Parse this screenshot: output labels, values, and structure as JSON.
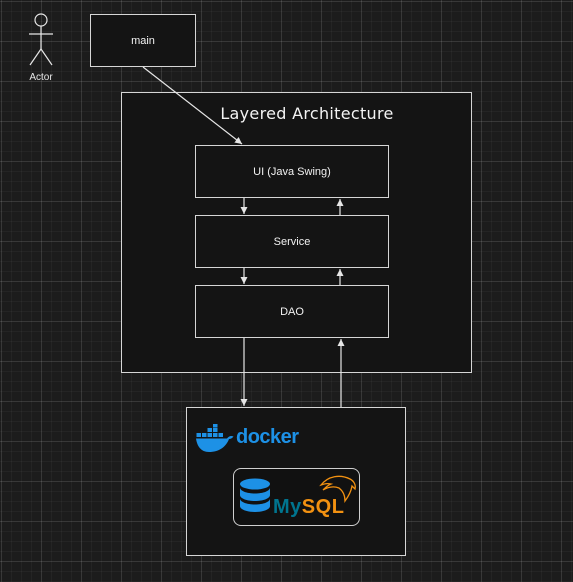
{
  "actor": {
    "label": "Actor"
  },
  "main_box": {
    "label": "main"
  },
  "group": {
    "title": "Layered Architecture"
  },
  "layers": {
    "ui": "UI (Java Swing)",
    "service": "Service",
    "dao": "DAO"
  },
  "docker": {
    "wordmark": "docker",
    "color": "#1d91e6"
  },
  "mysql": {
    "wordmark_my": "My",
    "wordmark_sql": "SQL",
    "color_my": "#00758f",
    "color_sql": "#f29111"
  },
  "icons": [
    "actor-icon",
    "docker-whale-icon",
    "database-icon",
    "dolphin-icon"
  ]
}
